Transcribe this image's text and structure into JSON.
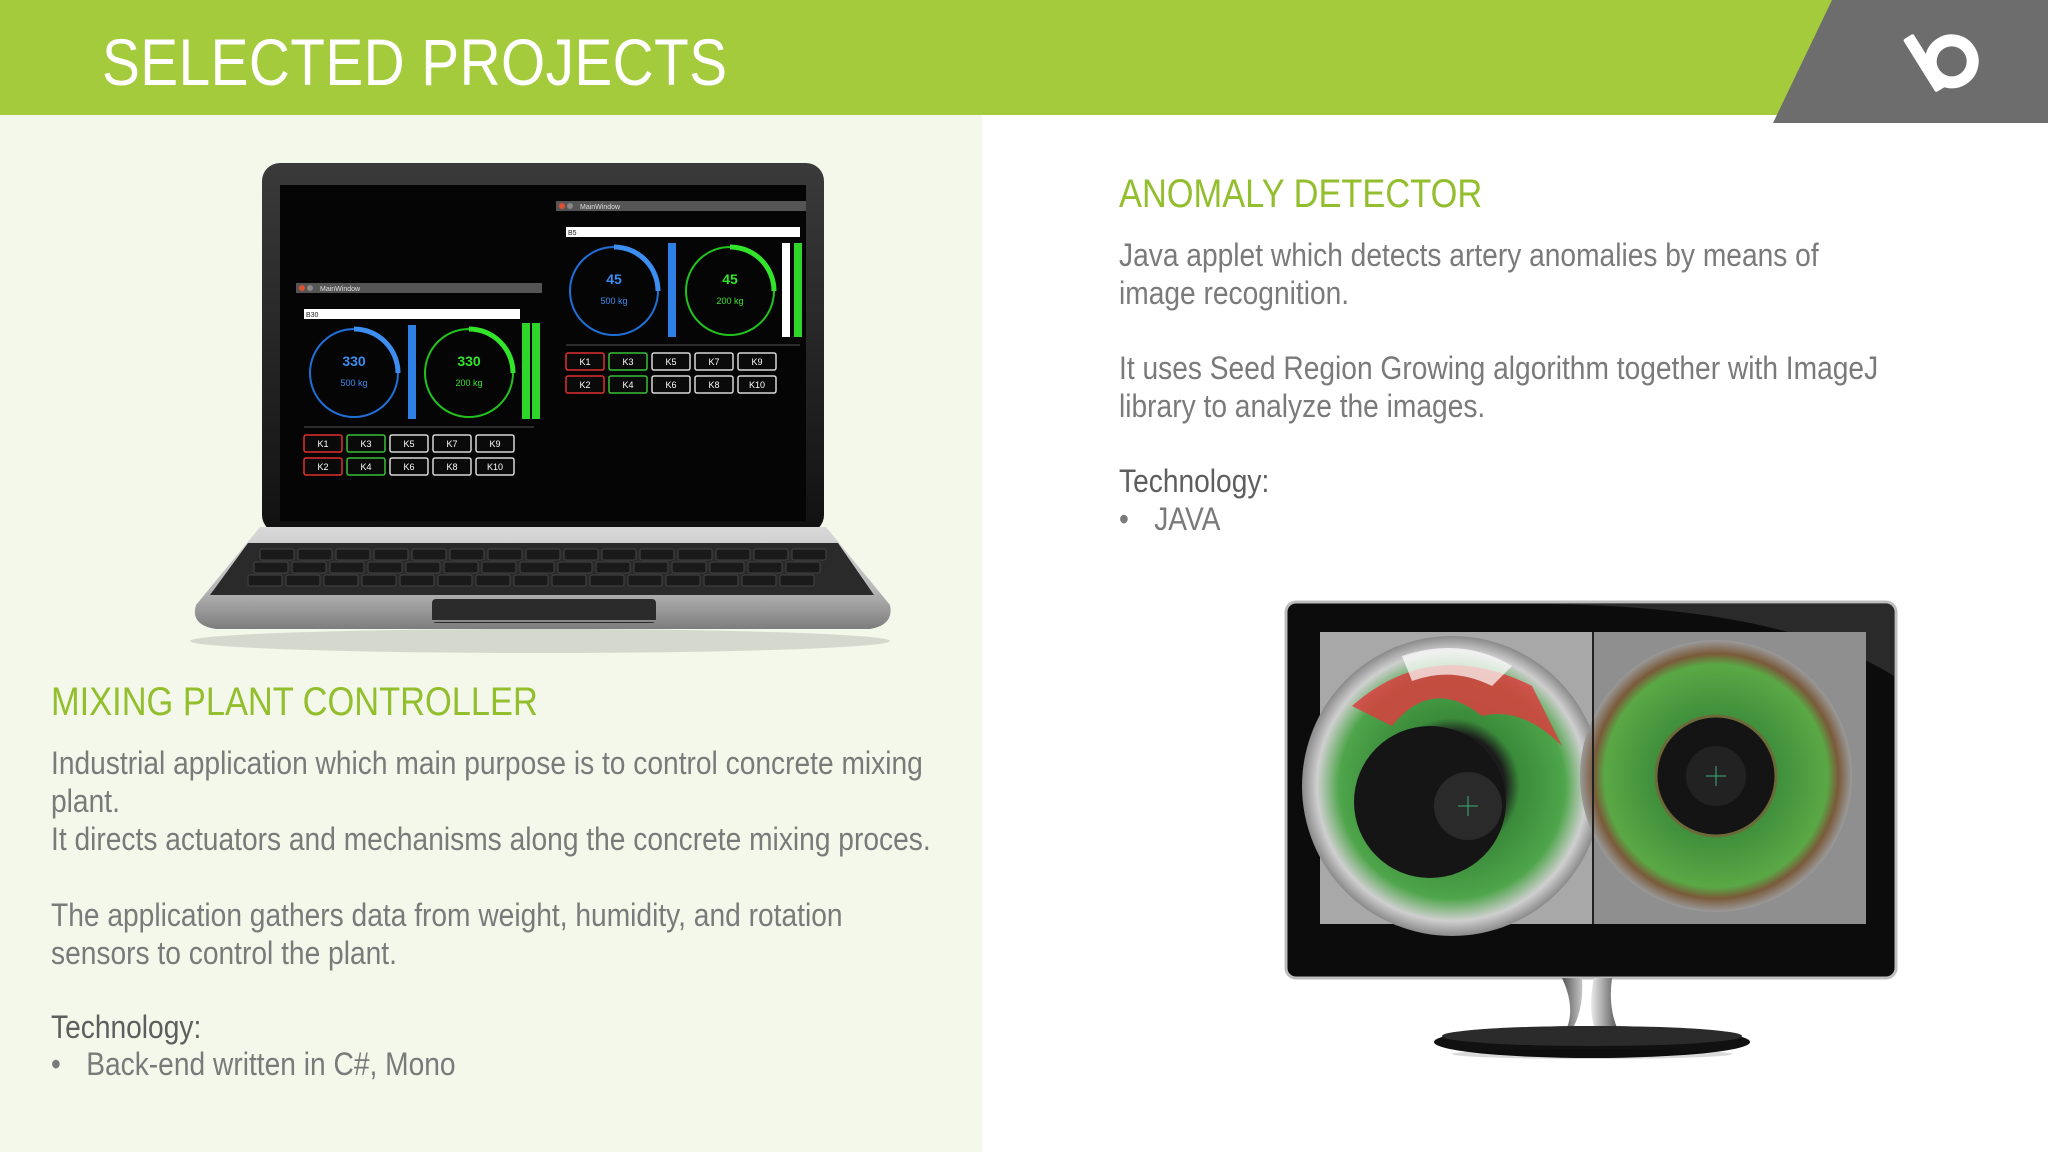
{
  "header": {
    "title": "SELECTED PROJECTS",
    "logo_icon": "b-logo-icon"
  },
  "colors": {
    "header_green": "#a4cb3c",
    "accent_green": "#93be2d",
    "logo_tab": "#6d6d6d",
    "left_panel_bg": "#f3f8ea"
  },
  "mixing": {
    "title": "MIXING PLANT CONTROLLER",
    "paragraph1": "Industrial application which main purpose is to control concrete mixing plant.",
    "paragraph2": "It directs actuators and mechanisms along the concrete mixing proces.",
    "paragraph3": "The application gathers data from weight, humidity, and rotation sensors to control the plant.",
    "tech_label": "Technology:",
    "tech_items": [
      "Back-end written in C#, Mono"
    ],
    "screen": {
      "windows": [
        {
          "title": "MainWindow",
          "input": "B30",
          "gauge1_value": "330",
          "gauge1_unit": "500 kg",
          "gauge2_value": "330",
          "gauge2_unit": "200 kg"
        },
        {
          "title": "MainWindow",
          "input": "B5",
          "gauge1_value": "45",
          "gauge1_unit": "500 kg",
          "gauge2_value": "45",
          "gauge2_unit": "200 kg"
        }
      ],
      "buttons_row1": [
        "K1",
        "K3",
        "K5",
        "K7",
        "K9"
      ],
      "buttons_row2": [
        "K2",
        "K4",
        "K6",
        "K8",
        "K10"
      ]
    }
  },
  "anomaly": {
    "title": "ANOMALY DETECTOR",
    "paragraph1": "Java applet which detects artery anomalies by means of image recognition.",
    "paragraph2": "It uses Seed Region Growing algorithm together with ImageJ library to analyze the images.",
    "tech_label": "Technology:",
    "tech_items": [
      "JAVA"
    ]
  }
}
